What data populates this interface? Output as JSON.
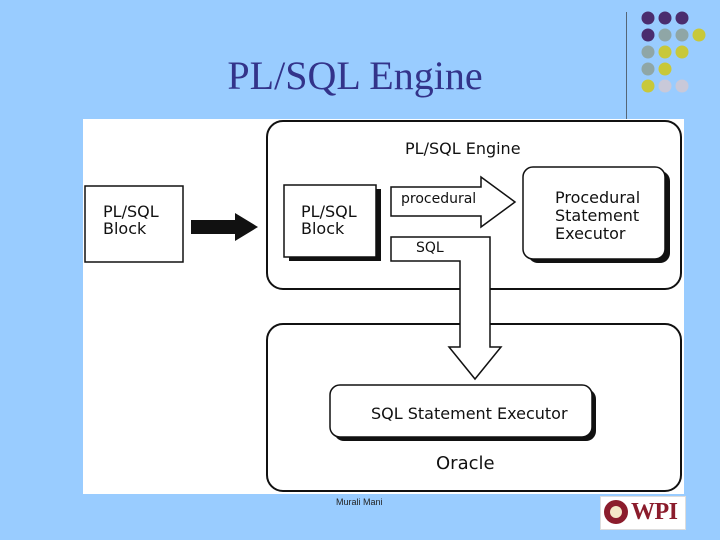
{
  "slide": {
    "title": "PL/SQL Engine",
    "footer": "Murali Mani",
    "logo_text": "WPI"
  },
  "diagram": {
    "engine_label": "PL/SQL Engine",
    "outer_block_label": "PL/SQL\nBlock",
    "inner_block_label": "PL/SQL\nBlock",
    "procedural_arrow_label": "procedural",
    "sql_arrow_label": "SQL",
    "procedural_executor_label": "Procedural\nStatement\nExecutor",
    "sql_executor_label": "SQL Statement Executor",
    "oracle_label": "Oracle"
  },
  "colors": {
    "background": "#99ccff",
    "title": "#33338a",
    "dot_purple": "#4a2c6e",
    "dot_gray": "#8fa6a6",
    "dot_yellow": "#c8c83a",
    "dot_light": "#c9c9d9",
    "logo": "#8b1c2c"
  }
}
